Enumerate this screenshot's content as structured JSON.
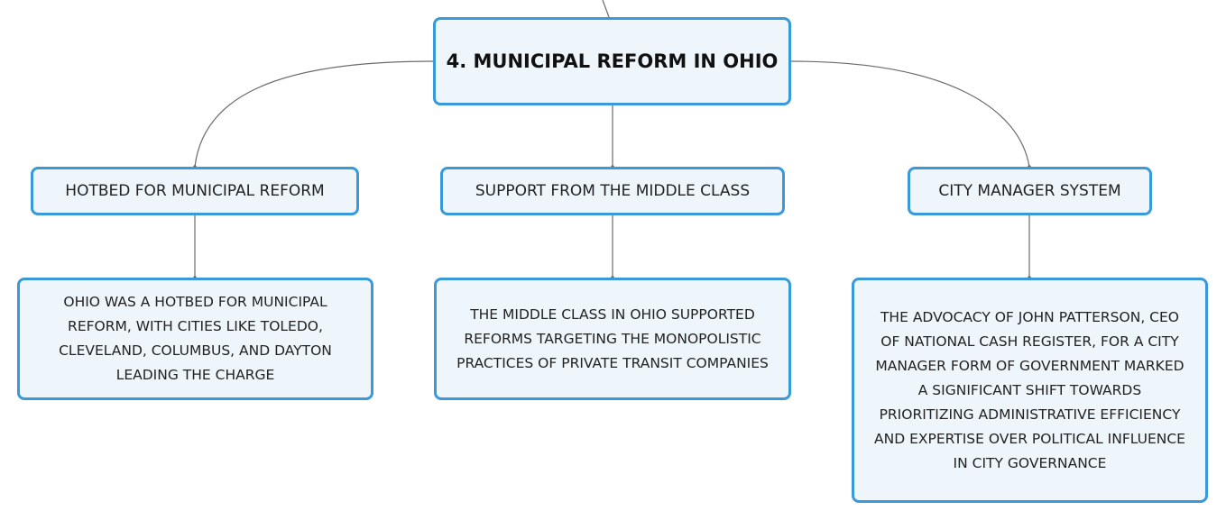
{
  "root": {
    "title": "4. MUNICIPAL REFORM IN OHIO"
  },
  "branches": [
    {
      "label": "HOTBED FOR MUNICIPAL REFORM",
      "detail_lines": [
        "OHIO WAS A HOTBED FOR MUNICIPAL",
        "REFORM, WITH CITIES LIKE TOLEDO,",
        "CLEVELAND, COLUMBUS, AND DAYTON",
        "LEADING THE CHARGE"
      ]
    },
    {
      "label": "SUPPORT FROM THE MIDDLE CLASS",
      "detail_lines": [
        "THE MIDDLE CLASS IN OHIO SUPPORTED",
        "REFORMS TARGETING THE MONOPOLISTIC",
        "PRACTICES OF PRIVATE TRANSIT COMPANIES"
      ]
    },
    {
      "label": "CITY MANAGER SYSTEM",
      "detail_lines": [
        "THE ADVOCACY OF JOHN PATTERSON, CEO",
        "OF NATIONAL CASH REGISTER, FOR A CITY",
        "MANAGER FORM OF GOVERNMENT MARKED",
        "A SIGNIFICANT SHIFT TOWARDS",
        "PRIORITIZING ADMINISTRATIVE EFFICIENCY",
        "AND EXPERTISE OVER POLITICAL INFLUENCE",
        "IN CITY GOVERNANCE"
      ]
    }
  ],
  "colors": {
    "node_border": "#3a9ad9",
    "node_fill": "#eef6fc",
    "connector": "#6b6b6b"
  }
}
